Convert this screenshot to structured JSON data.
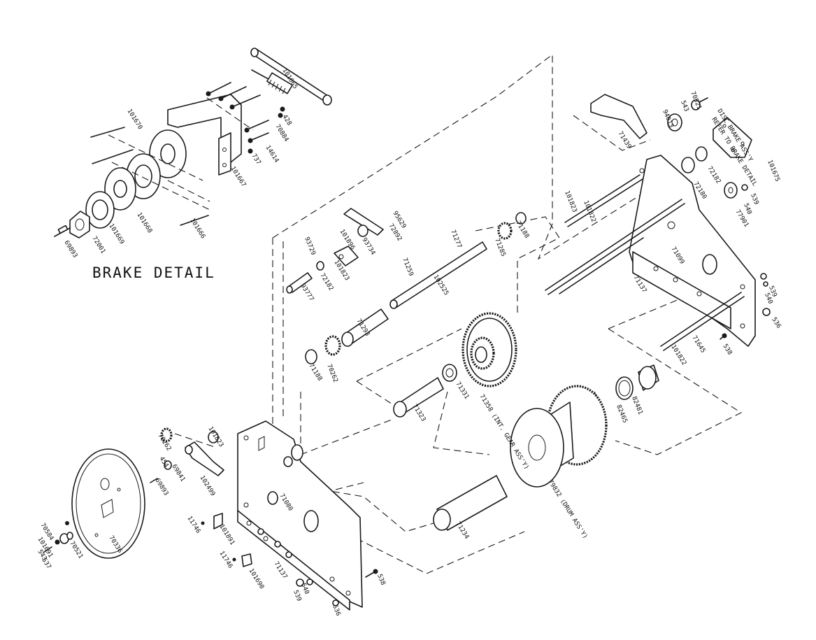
{
  "title": "BRAKE DETAIL",
  "callout": {
    "line1": "DISC BRAKE ASS'Y",
    "line2": "REFER TO BRAKE DETAIL"
  },
  "parts": [
    "101665",
    "101670",
    "428",
    "70884",
    "14614",
    "737",
    "101667",
    "101666",
    "101668",
    "101669",
    "72001",
    "69893",
    "70521",
    "543",
    "94013",
    "71439",
    "101675",
    "72182",
    "72180",
    "539",
    "540",
    "77901",
    "101822",
    "101823",
    "71099",
    "71137",
    "539",
    "540",
    "536",
    "71645",
    "101822",
    "538",
    "93729",
    "101896",
    "72892",
    "93734",
    "101823",
    "95629",
    "93777",
    "72182",
    "71277",
    "71285",
    "71188",
    "71259",
    "102525",
    "71293",
    "70262",
    "71188",
    "71331",
    "71358 (INT. GEAR ASS'Y)",
    "71323",
    "82465",
    "82481",
    "70262",
    "101823",
    "454",
    "69841",
    "69893",
    "102499",
    "71080",
    "11746",
    "101891",
    "11746",
    "101690",
    "71137",
    "539",
    "540",
    "538",
    "536",
    "71234",
    "79832 (DRUM ASS'Y)",
    "70584",
    "101691",
    "543",
    "537",
    "70521",
    "70336"
  ]
}
